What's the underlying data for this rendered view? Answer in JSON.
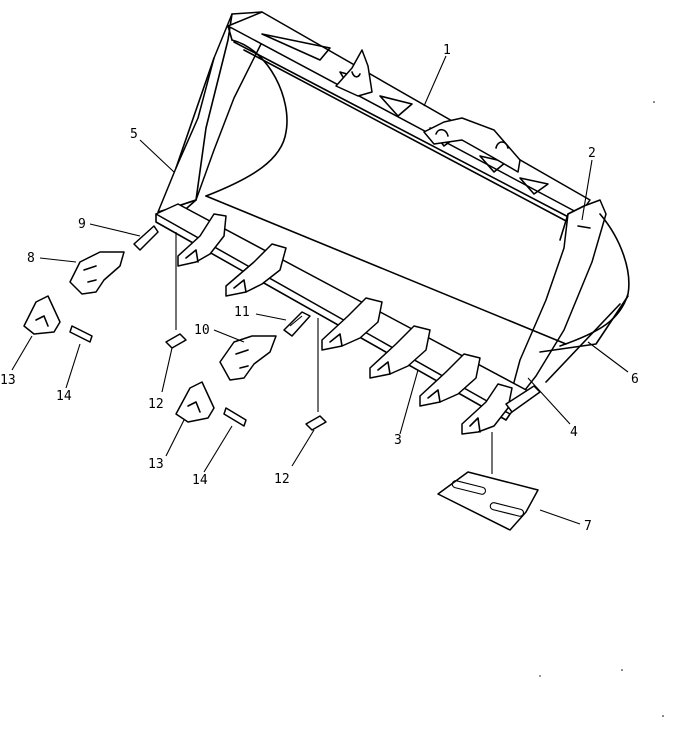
{
  "diagram": {
    "callouts": [
      {
        "id": "1",
        "text": "1"
      },
      {
        "id": "2",
        "text": "2"
      },
      {
        "id": "3",
        "text": "3"
      },
      {
        "id": "4",
        "text": "4"
      },
      {
        "id": "5",
        "text": "5"
      },
      {
        "id": "6",
        "text": "6"
      },
      {
        "id": "7",
        "text": "7"
      },
      {
        "id": "8",
        "text": "8"
      },
      {
        "id": "9",
        "text": "9"
      },
      {
        "id": "10",
        "text": "10"
      },
      {
        "id": "11",
        "text": "11"
      },
      {
        "id": "12a",
        "text": "12"
      },
      {
        "id": "12b",
        "text": "12"
      },
      {
        "id": "13a",
        "text": "13"
      },
      {
        "id": "13b",
        "text": "13"
      },
      {
        "id": "14a",
        "text": "14"
      },
      {
        "id": "14b",
        "text": "14"
      }
    ]
  }
}
